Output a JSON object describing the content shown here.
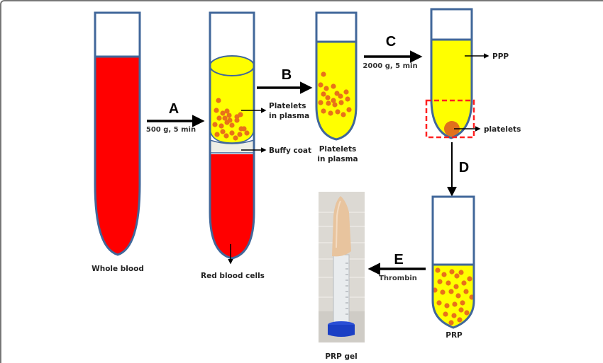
{
  "colors": {
    "tube_outline": "#41679a",
    "blood_red": "#ff0000",
    "plasma_yellow": "#ffff00",
    "platelet_orange": "#e8711a",
    "buffy_coat": "#eeeee6",
    "highlight_dashed": "#ff2020",
    "gel": "#e8c49e",
    "cap_blue": "#1b3fc4"
  },
  "tubes": {
    "whole_blood": {
      "label": "Whole blood"
    },
    "centrifuged": {
      "platelets_label_line1": "Platelets",
      "platelets_label_line2": "in plasma",
      "buffy_label": "Buffy coat",
      "rbc_label": "Red blood cells"
    },
    "plasma": {
      "label_line1": "Platelets",
      "label_line2": "in plasma"
    },
    "ppp": {
      "ppp_label": "PPP",
      "platelets_label": "platelets"
    },
    "prp": {
      "label": "PRP"
    },
    "gel": {
      "label": "PRP gel"
    }
  },
  "steps": {
    "A": {
      "letter": "A",
      "condition": "500 g, 5 min"
    },
    "B": {
      "letter": "B"
    },
    "C": {
      "letter": "C",
      "condition": "2000 g,  5 min"
    },
    "D": {
      "letter": "D"
    },
    "E": {
      "letter": "E",
      "condition": "Thrombin"
    }
  },
  "platelet_dots": {
    "centrifuged": [
      [
        308,
        142
      ],
      [
        305,
        156
      ],
      [
        314,
        160
      ],
      [
        320,
        157
      ],
      [
        323,
        163
      ],
      [
        309,
        167
      ],
      [
        317,
        167
      ],
      [
        324,
        170
      ],
      [
        334,
        165
      ],
      [
        334,
        170
      ],
      [
        303,
        176
      ],
      [
        312,
        178
      ],
      [
        320,
        173
      ],
      [
        327,
        177
      ],
      [
        339,
        162
      ],
      [
        314,
        186
      ],
      [
        306,
        190
      ],
      [
        327,
        188
      ],
      [
        340,
        182
      ],
      [
        332,
        195
      ],
      [
        319,
        192
      ],
      [
        344,
        182
      ],
      [
        338,
        190
      ],
      [
        348,
        188
      ]
    ],
    "plasma": [
      [
        456,
        105
      ],
      [
        452,
        120
      ],
      [
        460,
        125
      ],
      [
        470,
        122
      ],
      [
        475,
        132
      ],
      [
        456,
        133
      ],
      [
        462,
        138
      ],
      [
        470,
        142
      ],
      [
        480,
        136
      ],
      [
        488,
        130
      ],
      [
        452,
        145
      ],
      [
        463,
        146
      ],
      [
        472,
        148
      ],
      [
        481,
        145
      ],
      [
        490,
        140
      ],
      [
        456,
        157
      ],
      [
        466,
        160
      ],
      [
        476,
        158
      ],
      [
        484,
        162
      ],
      [
        492,
        155
      ]
    ],
    "prp": [
      [
        617,
        382
      ],
      [
        626,
        388
      ],
      [
        637,
        384
      ],
      [
        644,
        390
      ],
      [
        650,
        385
      ],
      [
        662,
        394
      ],
      [
        620,
        398
      ],
      [
        632,
        400
      ],
      [
        643,
        405
      ],
      [
        654,
        400
      ],
      [
        613,
        410
      ],
      [
        624,
        413
      ],
      [
        636,
        412
      ],
      [
        646,
        418
      ],
      [
        657,
        412
      ],
      [
        665,
        420
      ],
      [
        619,
        428
      ],
      [
        630,
        432
      ],
      [
        641,
        430
      ],
      [
        652,
        428
      ],
      [
        628,
        444
      ],
      [
        640,
        446
      ],
      [
        650,
        438
      ],
      [
        658,
        442
      ],
      [
        636,
        456
      ],
      [
        648,
        452
      ]
    ]
  }
}
